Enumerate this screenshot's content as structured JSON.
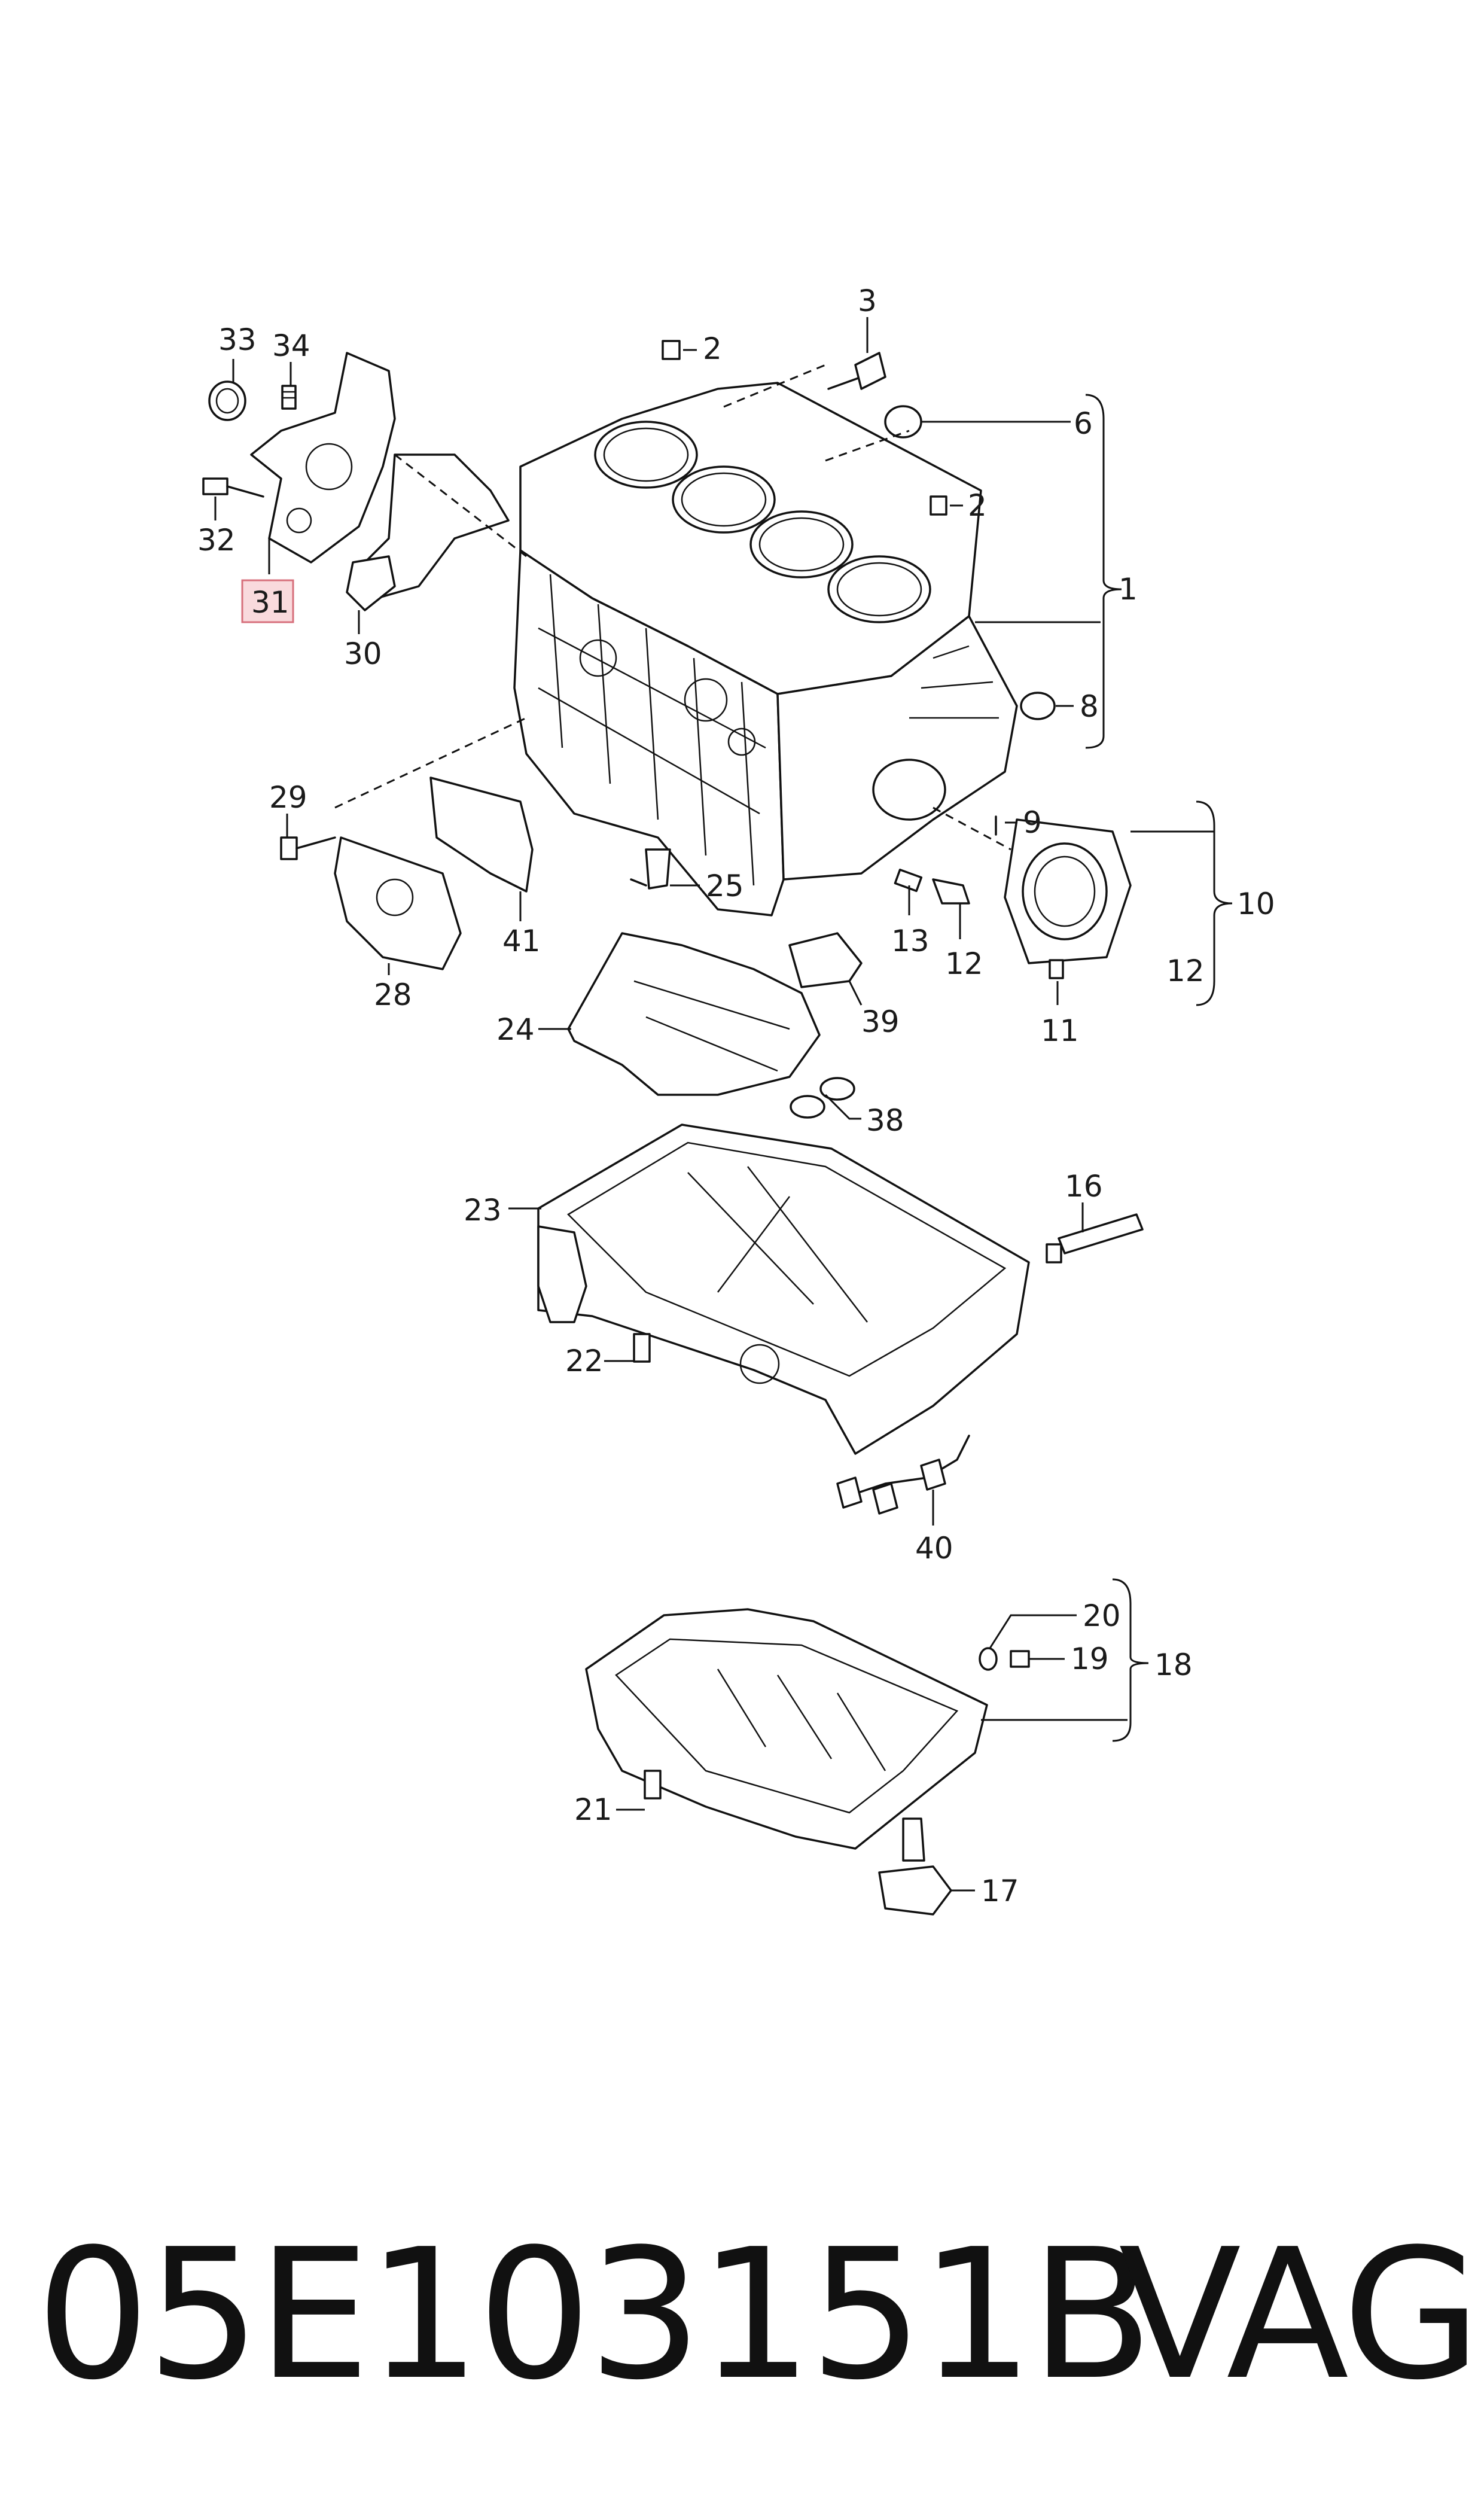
{
  "callouts": {
    "c1": "1",
    "c2a": "2",
    "c2b": "2",
    "c3": "3",
    "c6": "6",
    "c8": "8",
    "c9": "9",
    "c10": "10",
    "c11": "11",
    "c12a": "12",
    "c12b": "12",
    "c13": "13",
    "c16": "16",
    "c17": "17",
    "c18": "18",
    "c19": "19",
    "c20": "20",
    "c21": "21",
    "c22": "22",
    "c23": "23",
    "c24": "24",
    "c25": "25",
    "c28": "28",
    "c29": "29",
    "c30": "30",
    "c31": "31",
    "c32": "32",
    "c33": "33",
    "c34": "34",
    "c38": "38",
    "c39": "39",
    "c40": "40",
    "c41": "41"
  },
  "highlighted_callout": "31",
  "footer": {
    "part_number": "05E103151B",
    "brand": "VAG"
  },
  "colors": {
    "line": "#111111",
    "highlight_fill": "#f9dadd",
    "highlight_border": "#d7707c"
  }
}
